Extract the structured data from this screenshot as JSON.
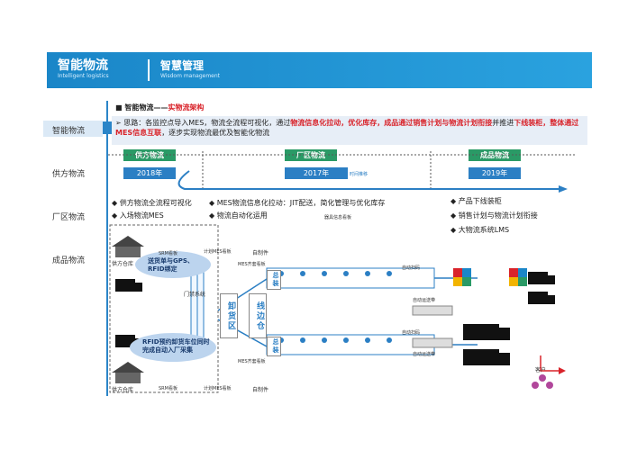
{
  "header": {
    "title": "智能物流",
    "subtitle": "Intelligent logistics",
    "section": "智慧管理",
    "section_sub": "Wisdom management"
  },
  "left_nav": {
    "items": [
      "智能物流",
      "供方物流",
      "厂区物流",
      "成品物流"
    ]
  },
  "heading": {
    "bullet": "■",
    "label": "智能物流——",
    "highlight": "实物流架构"
  },
  "thought": {
    "arrow": "➢",
    "p1": "思路：各监控点导入MES，物流全流程可视化，通过",
    "h1": "物流信息化拉动，优化库存，成品通过销售计划与物流计划衔接",
    "p2": "并推进",
    "h2": "下线装柜，整体通过MES信息互联",
    "p3": "，逐步实现物流最优及智能化物流"
  },
  "phases": [
    {
      "label": "供方物流",
      "year": "2018年"
    },
    {
      "label": "厂区物流",
      "year": "2017年",
      "note": "时间推移"
    },
    {
      "label": "成品物流",
      "year": "2019年"
    }
  ],
  "bullets": {
    "supply": [
      "供方物流全流程可视化",
      "入场物流MES"
    ],
    "factory": [
      "MES物流信息化拉动：JIT配送，简化管理与优化库存",
      "物流自动化运用"
    ],
    "finished": [
      "产品下线装柜",
      "销售计划与物流计划衔接",
      "大物流系统LMS"
    ]
  },
  "diagram": {
    "warehouse": "供方仓库",
    "srm": "SRM看板",
    "mes_board": "计划MES看板",
    "bubble1": "送货单与GPS、RFID绑定",
    "gate": "门禁系统",
    "bubble2": "RFID预约卸货车位同时完成自动入厂采集",
    "unload": "卸货区",
    "lineside": "线边仓",
    "selfmade": "自制件",
    "mes_display": "MES齐套看板",
    "device_board": "器具信息看板",
    "assembly": "总装",
    "auto_scan": "自动扫码",
    "conveyor": "自动运送带",
    "customer": "客户"
  },
  "colors": {
    "brand": "#1a86c8",
    "accent_red": "#d9232a",
    "phase_green": "#2a9a66",
    "year_blue": "#2b7fc4"
  }
}
